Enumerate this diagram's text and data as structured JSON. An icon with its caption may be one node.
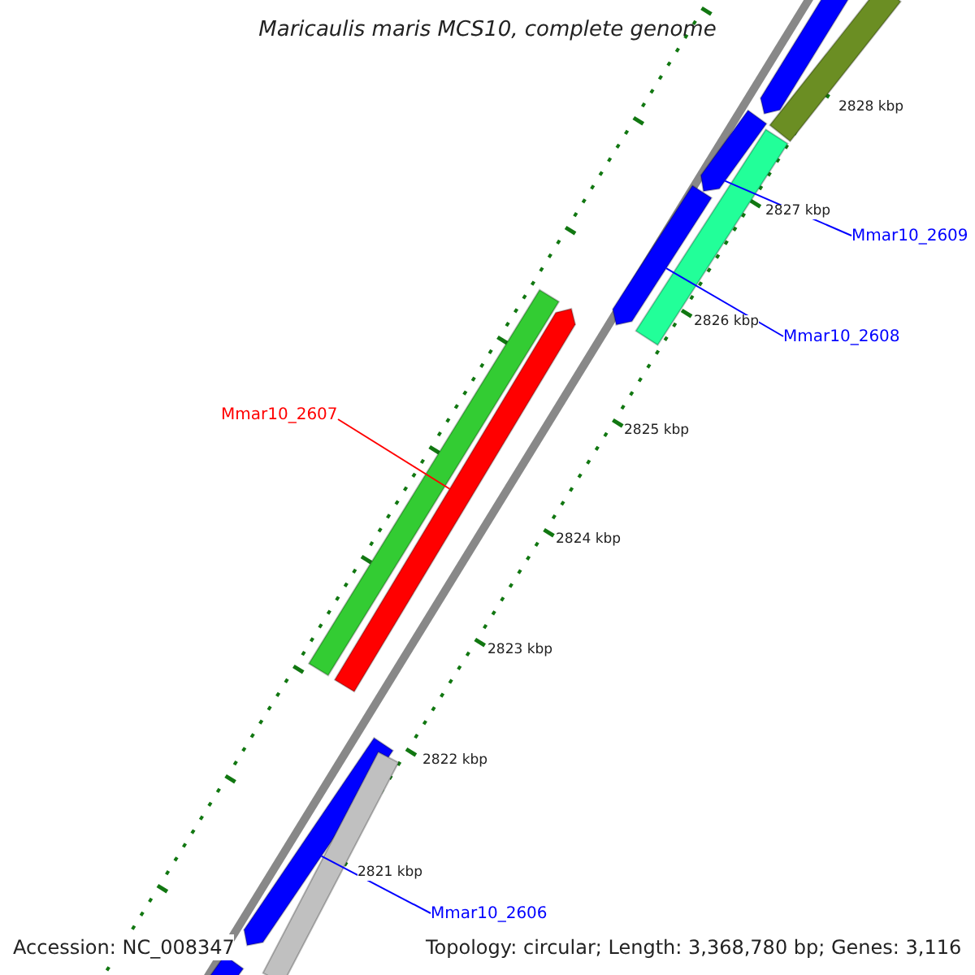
{
  "diagram": {
    "title": "Maricaulis maris MCS10, complete genome",
    "nodes": [
      {
        "text": [
          "Mmar10_2609"
        ]
      },
      {
        "text": [
          "Mmar10_2608"
        ]
      },
      {
        "text": [
          "Mmar10_2607"
        ]
      },
      {
        "text": [
          "Mmar10_2606"
        ]
      },
      {
        "text": [],
        "shape": "bar"
      },
      {
        "text": [],
        "shape": "bar"
      },
      {
        "text": [],
        "shape": "bar"
      },
      {
        "text": [],
        "shape": "bar"
      },
      {
        "text": [],
        "shape": "bar"
      },
      {
        "text": [],
        "shape": "bar"
      },
      {
        "text": [],
        "shape": "bar"
      },
      {
        "text": [],
        "shape": "bar"
      },
      {
        "text": [],
        "shape": "bar"
      },
      {
        "text": [],
        "shape": "bar"
      }
    ],
    "edges": [
      {
        "from": 0,
        "to": 6,
        "arrow": "none"
      },
      {
        "from": 1,
        "to": 8,
        "arrow": "none"
      },
      {
        "from": 2,
        "to": 10,
        "arrow": "none",
        "color": "#ff0000"
      },
      {
        "from": 3,
        "to": 11,
        "arrow": "none"
      }
    ],
    "labels": [
      "2828 kbp",
      "2827 kbp",
      "2826 kbp",
      "2825 kbp",
      "2824 kbp",
      "2823 kbp",
      "2822 kbp",
      "2821 kbp",
      "Accession: NC_008347",
      "Topology: circular; Length: 3,368,780 bp; Genes: 3,116"
    ]
  }
}
